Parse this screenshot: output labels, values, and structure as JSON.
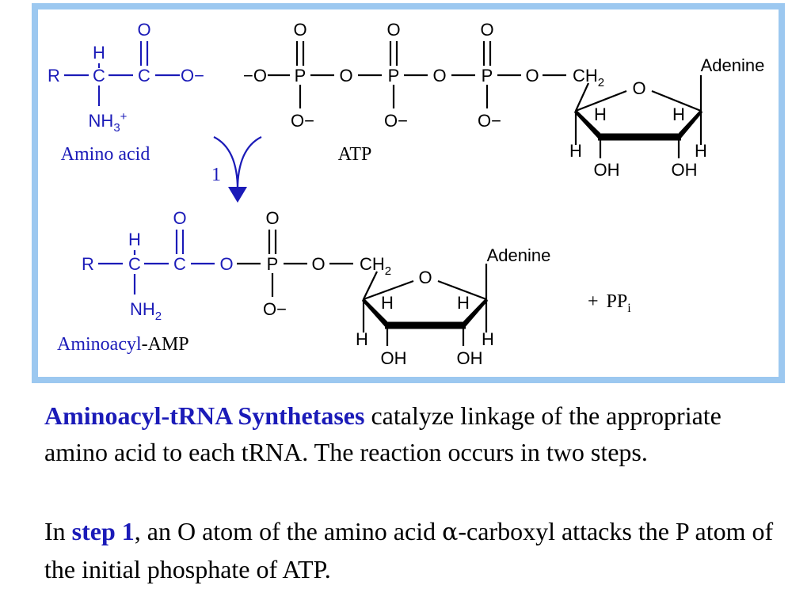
{
  "colors": {
    "border": "#9cc8f0",
    "accent": "#1b1bb8",
    "text": "#000000"
  },
  "amino_acid": {
    "atoms": {
      "R": "R",
      "C": "C",
      "H": "H",
      "O": "O",
      "O_minus": "O−",
      "N": "NH",
      "N_sub": "3",
      "N_sup": "+"
    },
    "label": "Amino acid"
  },
  "atp": {
    "atoms": {
      "O_minus": "O−",
      "minus_O": "−O",
      "O": "O",
      "P": "P",
      "CH": "CH",
      "CH_sub": "2",
      "H": "H",
      "OH": "OH"
    },
    "base": "Adenine",
    "label": "ATP"
  },
  "arrow": {
    "step_label": "1"
  },
  "aminoacyl_amp": {
    "atoms": {
      "N": "NH",
      "N_sub": "2"
    },
    "label_part1": "Aminoacyl",
    "label_part2": "-AMP",
    "base": "Adenine",
    "plus": "+",
    "pp": "PP",
    "pp_sub": "i"
  },
  "paragraph1": {
    "bold": "Aminoacyl-tRNA Synthetases",
    "rest": " catalyze linkage of the appropriate amino acid to each tRNA. The reaction occurs in two steps."
  },
  "paragraph2": {
    "prefix": "In ",
    "bold": "step 1",
    "mid": ", an O atom of the amino acid ",
    "greek": "α",
    "rest": "-carboxyl attacks the P atom of the initial phosphate of ATP."
  }
}
